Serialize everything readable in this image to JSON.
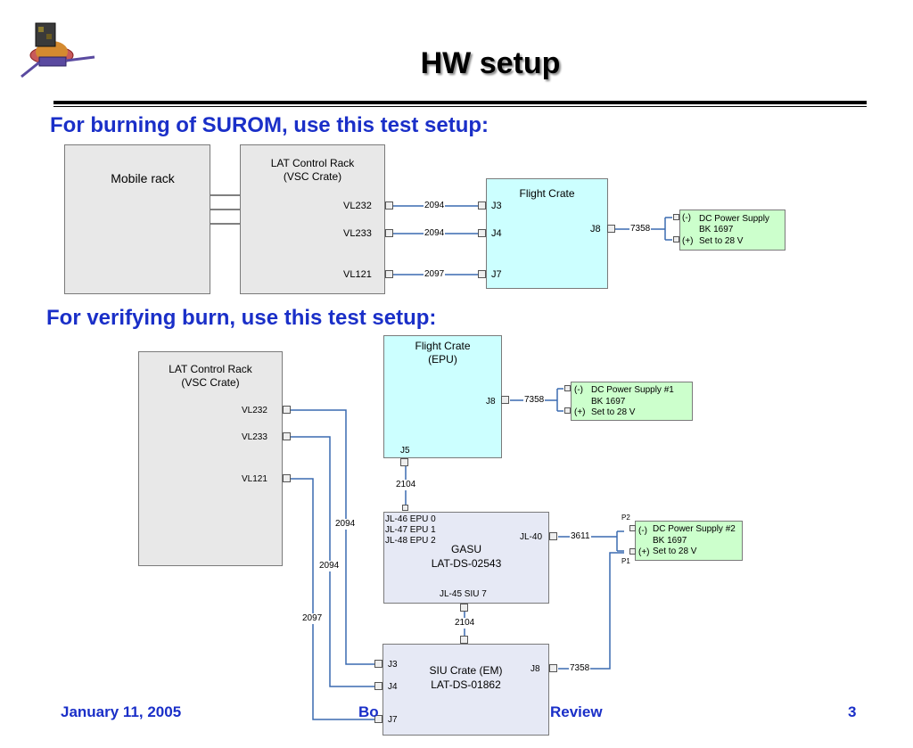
{
  "title": "HW setup",
  "heading1": "For burning of SUROM, use this test setup:",
  "heading2": "For verifying burn, use this test setup:",
  "setup1": {
    "mobile_rack": "Mobile rack",
    "lat_rack": [
      "LAT Control Rack",
      "(VSC Crate)"
    ],
    "ports": [
      "VL232",
      "VL233",
      "VL121"
    ],
    "cables": [
      "2094",
      "2094",
      "2097",
      "7358"
    ],
    "flight_crate": "Flight Crate",
    "jacks": [
      "J3",
      "J4",
      "J7",
      "J8"
    ],
    "psu": {
      "minus": "(-)",
      "plus": "(+)",
      "lines": [
        "DC Power Supply",
        "BK 1697",
        "Set to 28 V"
      ]
    }
  },
  "setup2": {
    "lat_rack": [
      "LAT Control Rack",
      "(VSC Crate)"
    ],
    "ports": [
      "VL232",
      "VL233",
      "VL121"
    ],
    "flight_crate": [
      "Flight Crate",
      "(EPU)"
    ],
    "fc_jacks": [
      "J8",
      "J5"
    ],
    "cable_7358_top": "7358",
    "psu1": {
      "minus": "(-)",
      "plus": "(+)",
      "lines": [
        "DC Power Supply #1",
        "BK 1697",
        "Set to 28 V"
      ]
    },
    "cable_2104_a": "2104",
    "gasu": {
      "jl_lines": [
        "JL-46  EPU 0",
        "JL-47  EPU 1",
        "JL-48  EPU 2"
      ],
      "jl40": "JL-40",
      "name": [
        "GASU",
        "LAT-DS-02543"
      ],
      "jl45": "JL-45  SIU 7"
    },
    "cable_3611": "3611",
    "p_labels": [
      "P2",
      "P1"
    ],
    "psu2": {
      "minus": "(-)",
      "plus": "(+)",
      "lines": [
        "DC Power Supply #2",
        "BK 1697",
        "Set to 28 V"
      ]
    },
    "cable_2104_b": "2104",
    "siu_j5": "J5",
    "siu": {
      "name": [
        "SIU Crate (EM)",
        "LAT-DS-01862"
      ],
      "jacks": [
        "J3",
        "J4",
        "J7",
        "J8"
      ]
    },
    "cable_7358_bottom": "7358",
    "side_cables": [
      "2094",
      "2094",
      "2097"
    ]
  },
  "footer": {
    "date": "January 11, 2005",
    "center_left": "Bo",
    "center_right": "Review",
    "page": "3"
  },
  "colors": {
    "heading": "#1a2fc8",
    "wire": "#3a6ab0",
    "flight_crate": "#ccffff",
    "psu": "#ccffcc",
    "crate": "#e6e9f5",
    "rack": "#e8e8e8"
  },
  "icons": [
    "glast-satellite-logo-icon"
  ]
}
